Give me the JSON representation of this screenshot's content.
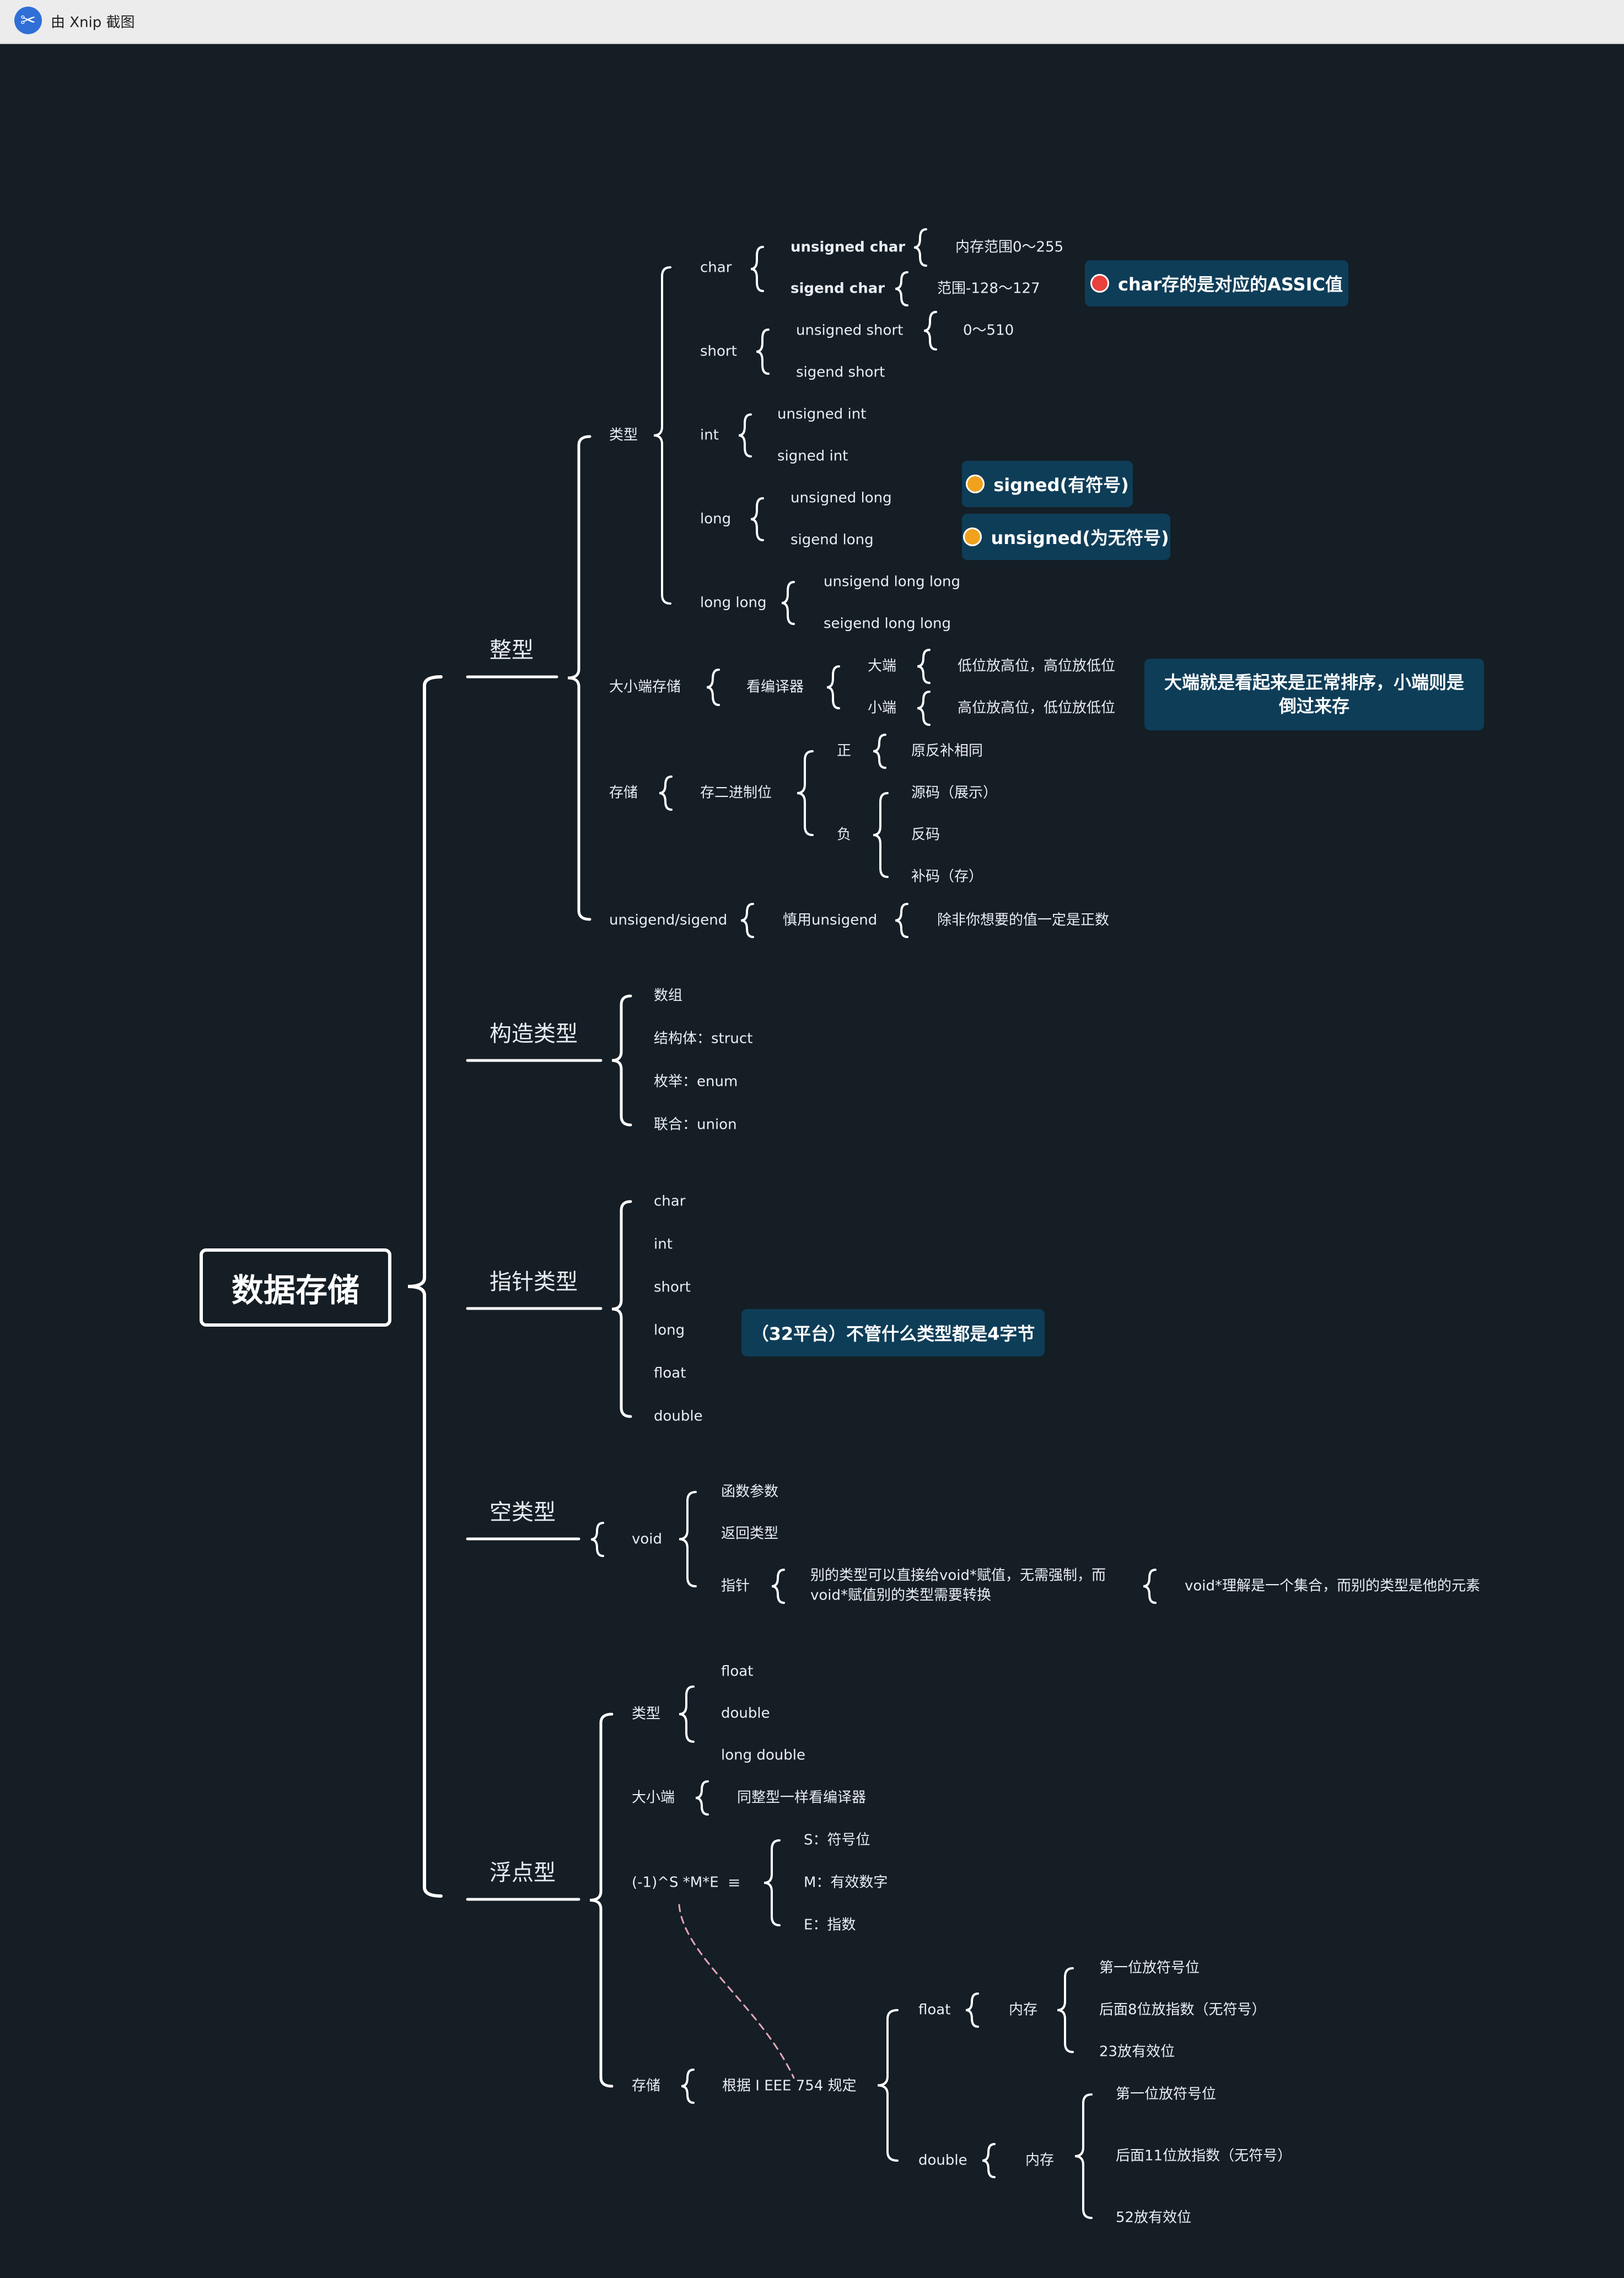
{
  "window": {
    "title": "由 Xnip 截图"
  },
  "root": "数据存储",
  "categories": {
    "int": "整型",
    "construct": "构造类型",
    "pointer": "指针类型",
    "void": "空类型",
    "float": "浮点型"
  },
  "int_section": {
    "types_label": "类型",
    "char": "char",
    "unsigned_char": "unsigned  char",
    "unsigned_char_range": "内存范围0～255",
    "signed_char": "sigend  char",
    "signed_char_range": "范围-128～127",
    "short": "short",
    "unsigned_short": "unsigned short",
    "unsigned_short_range": "0～510",
    "signed_short": "sigend short",
    "int": "int",
    "unsigned_int": "unsigned int",
    "signed_int": "signed int",
    "long": "long",
    "unsigned_long": "unsigned long",
    "signed_long": "sigend long",
    "long_long": "long long",
    "unsigned_long_long": "unsigend long long",
    "signed_long_long": "seigend  long long",
    "endian_label": "大小端存储",
    "endian_compiler": "看编译器",
    "big_endian": "大端",
    "big_endian_desc": "低位放高位，高位放低位",
    "little_endian": "小端",
    "little_endian_desc": "高位放高位，低位放低位",
    "storage_label": "存储",
    "storage_binary": "存二进制位",
    "positive": "正",
    "positive_desc": "原反补相同",
    "negative": "负",
    "original_code": "源码（展示）",
    "ones_complement": "反码",
    "twos_complement": "补码（存）",
    "unsigned_signed": "unsigend/sigend",
    "use_unsigned": "慎用unsigend",
    "use_unsigned_desc": "除非你想要的值一定是正数"
  },
  "callouts": {
    "char_ascii": "char存的是对应的ASSIC值",
    "signed": "signed(有符号)",
    "unsigned": "unsigned(为无符号)",
    "endian_note": "大端就是看起来是正常排序，小端则是倒过来存",
    "pointer_size": "（32平台）不管什么类型都是4字节"
  },
  "callout_colors": {
    "red": "#e8403c",
    "orange": "#f0a21c",
    "box": "#0e3d58"
  },
  "construct_section": [
    "数组",
    "结构体：struct",
    "枚举：enum",
    "联合：union"
  ],
  "pointer_section": [
    "char",
    "int",
    "short",
    "long",
    "float",
    "double"
  ],
  "void_section": {
    "void": "void",
    "func_params": "函数参数",
    "return_type": "返回类型",
    "pointer": "指针",
    "pointer_desc_line1": "别的类型可以直接给void*赋值，无需强制，而",
    "pointer_desc_line2": "void*赋值别的类型需要转换",
    "pointer_note": "void*理解是一个集合，而别的类型是他的元素"
  },
  "float_section": {
    "types_label": "类型",
    "float": "float",
    "double": "double",
    "long_double": "long double",
    "endian_label": "大小端",
    "endian_desc": "同整型一样看编译器",
    "formula": "(-1)^S *M*E",
    "formula_icon": "notes-icon",
    "s_bit": "S：符号位",
    "m_bit": "M：有效数字",
    "e_bit": "E：指数",
    "storage_label": "存储",
    "ieee_rule": "根据 I EEE 754 规定",
    "float_type": "float",
    "float_memory": "内存",
    "float_sign": "第一位放符号位",
    "float_exp": "后面8位放指数（无符号）",
    "float_mantissa": "23放有效位",
    "double_type": "double",
    "double_memory": "内存",
    "double_sign": "第一位放符号位",
    "double_exp": "后面11位放指数（无符号）",
    "double_mantissa": "52放有效位"
  }
}
